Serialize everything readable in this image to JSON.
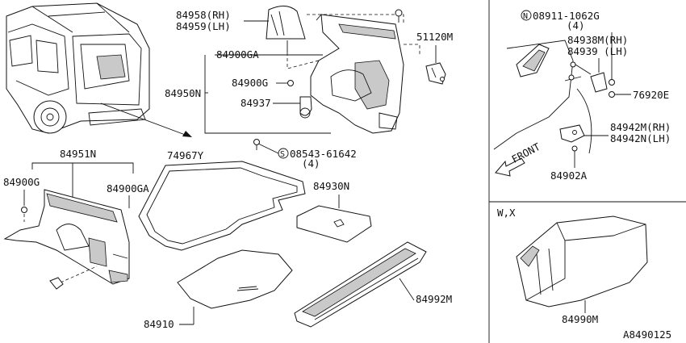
{
  "labels": {
    "l84958": "84958(RH)",
    "l84959": "84959(LH)",
    "l84900ga_top": "84900GA",
    "l84950n": "84950N",
    "l84900g_top": "84900G",
    "l84937": "84937",
    "l51120m": "51120M",
    "l08543": "08543-61642",
    "l08543_qty": "(4)",
    "l84951n": "84951N",
    "l84900g_left": "84900G",
    "l84900ga_left": "84900GA",
    "l74967y": "74967Y",
    "l84930n": "84930N",
    "l84910": "84910",
    "l84992m": "84992M",
    "l08911": "08911-1062G",
    "l08911_qty": "(4)",
    "l84938m": "84938M(RH)",
    "l84939": "84939  (LH)",
    "l76920e": "76920E",
    "l84942m": "84942M(RH)",
    "l84942n": "84942N(LH)",
    "l84902a": "84902A",
    "front": "FRONT",
    "variant": "W,X",
    "l84990m": "84990M",
    "code": "A8490125"
  },
  "symbols": {
    "s_mark": "S",
    "n_mark": "N"
  }
}
